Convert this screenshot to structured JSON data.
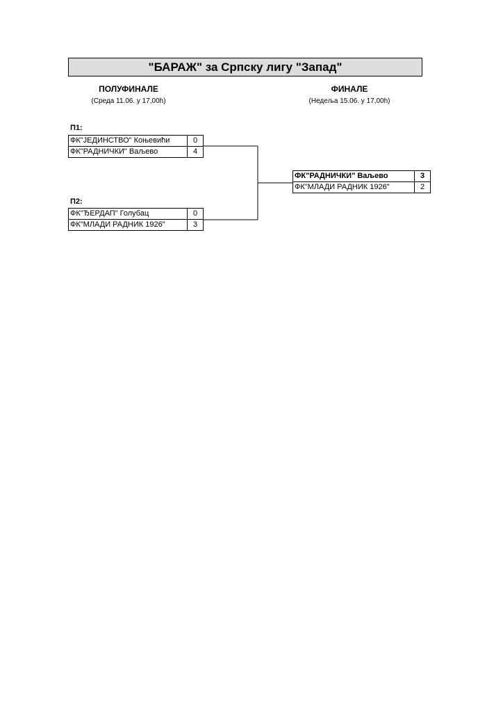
{
  "title": "\"БАРАЖ\" за Српску лигу \"Запад\"",
  "semifinal": {
    "heading": "ПОЛУФИНАЛЕ",
    "date": "(Среда 11.06. у 17,00h)",
    "matches": [
      {
        "label": "П1:",
        "teams": [
          {
            "name": "ФК\"ЈЕДИНСТВО\" Коњевићи",
            "score": "0"
          },
          {
            "name": "ФК\"РАДНИЧКИ\" Ваљево",
            "score": "4"
          }
        ]
      },
      {
        "label": "П2:",
        "teams": [
          {
            "name": "ФК\"ЂЕРДАП\" Голубац",
            "score": "0"
          },
          {
            "name": "ФК\"МЛАДИ РАДНИК 1926\"",
            "score": "3"
          }
        ]
      }
    ]
  },
  "final": {
    "heading": "ФИНАЛЕ",
    "date": "(Недеља 15.06. у 17,00h)",
    "teams": [
      {
        "name": "ФК\"РАДНИЧКИ\" Ваљево",
        "score": "3"
      },
      {
        "name": "ФК\"МЛАДИ РАДНИК 1926\"",
        "score": "2"
      }
    ]
  }
}
